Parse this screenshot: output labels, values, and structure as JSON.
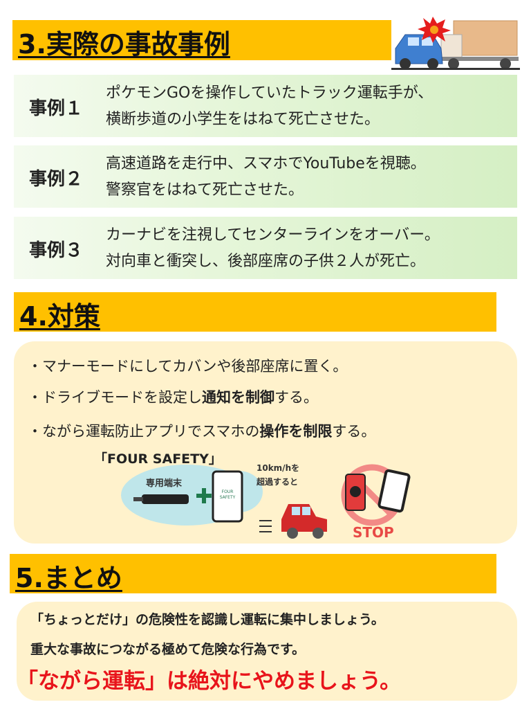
{
  "section3": {
    "title": "3.実際の事故事例",
    "cases": [
      {
        "label": "事例１",
        "lines": [
          "ポケモンGOを操作していたトラック運転手が、",
          "横断歩道の小学生をはねて死亡させた。"
        ]
      },
      {
        "label": "事例２",
        "lines": [
          "高速道路を走行中、スマホでYouTubeを視聴。",
          "警察官をはねて死亡させた。"
        ]
      },
      {
        "label": "事例３",
        "lines": [
          "カーナビを注視してセンターラインをオーバー。",
          "対向車と衝突し、後部座席の子供２人が死亡。"
        ]
      }
    ]
  },
  "section4": {
    "title": "4.対策",
    "bullets": [
      {
        "pre": "・マナーモードにしてカバンや後部座席に置く。",
        "bold": "",
        "post": ""
      },
      {
        "pre": "・ドライブモードを設定し",
        "bold": "通知を制御",
        "post": "する。"
      },
      {
        "pre": "・ながら運転防止アプリでスマホの",
        "bold": "操作を制限",
        "post": "する。"
      }
    ],
    "app": {
      "name": "「FOUR SAFETY」",
      "device": "専用端末",
      "screen1": "FOUR",
      "screen2": "SAFETY",
      "speed1": "10km/hを",
      "speed2": "超過すると",
      "stop": "STOP"
    }
  },
  "section5": {
    "title": "5.まとめ",
    "line1": "「ちょっとだけ」の危険性を認識し運転に集中しましょう。",
    "line2": "重大な事故につながる極めて危険な行為です。",
    "line3": "「ながら運転」は絶対にやめましょう。"
  },
  "colors": {
    "header": "#FFC000",
    "cream": "#FFF2CC",
    "red": "#E8141B"
  }
}
